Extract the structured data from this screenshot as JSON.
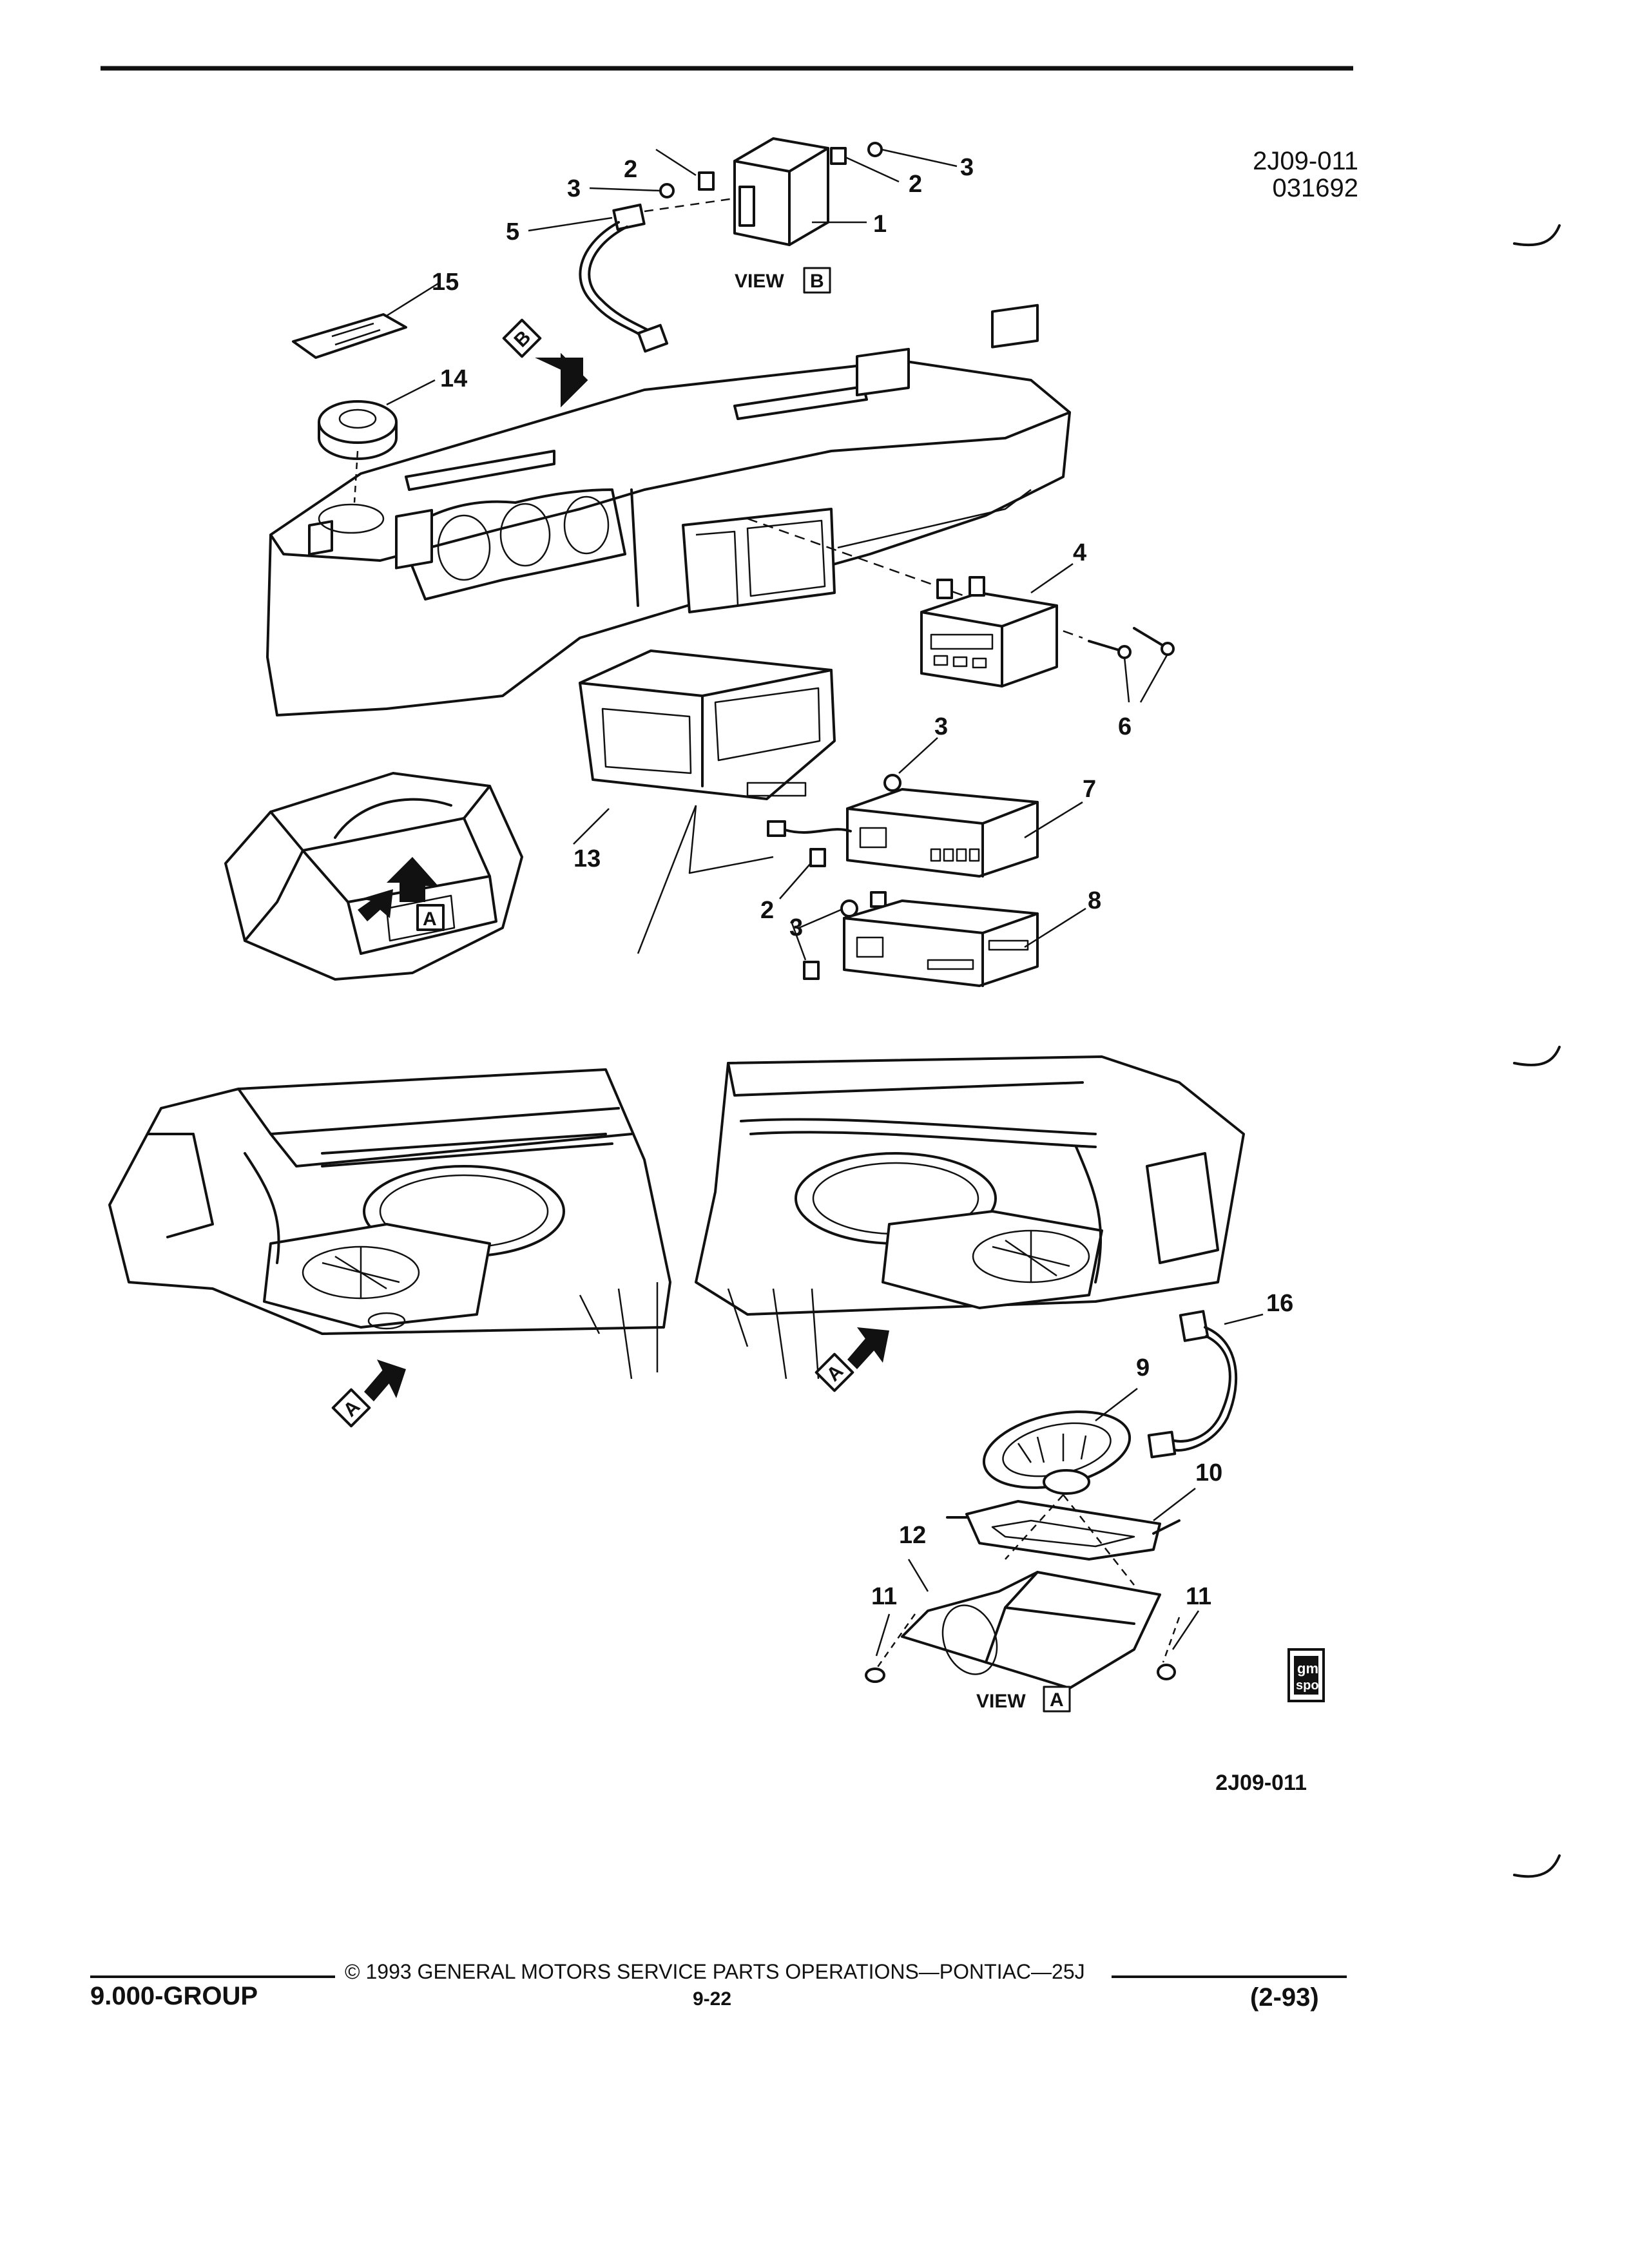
{
  "figure": {
    "code_top": "2J09-011",
    "date_code": "031692",
    "code_bottom": "2J09-011",
    "view_b_word": "VIEW",
    "view_b_letter": "B",
    "view_a_word": "VIEW",
    "view_a_letter": "A",
    "detail_a_letter": "A",
    "arrow_b_letter": "B",
    "arrow_a_left_letter": "A",
    "arrow_a_right_letter": "A",
    "logo_top": "gm",
    "logo_bottom": "spo",
    "callouts": {
      "c1": "1",
      "c2a": "2",
      "c2b": "2",
      "c3a": "3",
      "c3b": "3",
      "c5": "5",
      "c15": "15",
      "c14": "14",
      "c4": "4",
      "c6": "6",
      "c3c": "3",
      "c7": "7",
      "c13": "13",
      "c8": "8",
      "c2c": "2",
      "c3d": "3",
      "c16": "16",
      "c9": "9",
      "c10": "10",
      "c12": "12",
      "c11a": "11",
      "c11b": "11"
    }
  },
  "footer": {
    "copyright": "© 1993 GENERAL MOTORS SERVICE PARTS OPERATIONS—PONTIAC—25J",
    "group": "9.000-GROUP",
    "page": "9-22",
    "revision": "(2-93)"
  }
}
